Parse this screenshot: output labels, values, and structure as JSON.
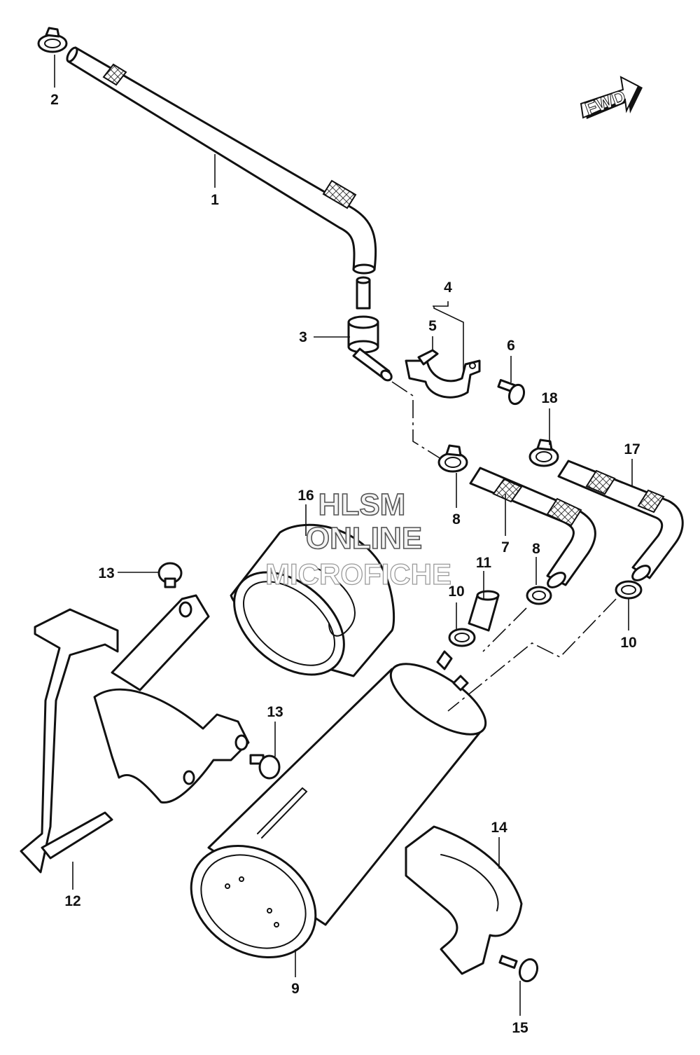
{
  "watermark": {
    "line1": "HLSM",
    "line2": "ONLINE",
    "line3": "MICROFICHE"
  },
  "direction_arrow": {
    "label": "FWD",
    "icon": "fwd-arrow-icon"
  },
  "callouts": [
    {
      "id": "c1",
      "label": "1"
    },
    {
      "id": "c2",
      "label": "2"
    },
    {
      "id": "c3",
      "label": "3"
    },
    {
      "id": "c4",
      "label": "4"
    },
    {
      "id": "c5",
      "label": "5"
    },
    {
      "id": "c6",
      "label": "6"
    },
    {
      "id": "c7",
      "label": "7"
    },
    {
      "id": "c8a",
      "label": "8"
    },
    {
      "id": "c8b",
      "label": "8"
    },
    {
      "id": "c9",
      "label": "9"
    },
    {
      "id": "c10a",
      "label": "10"
    },
    {
      "id": "c10b",
      "label": "10"
    },
    {
      "id": "c11",
      "label": "11"
    },
    {
      "id": "c12",
      "label": "12"
    },
    {
      "id": "c13a",
      "label": "13"
    },
    {
      "id": "c13b",
      "label": "13"
    },
    {
      "id": "c14",
      "label": "14"
    },
    {
      "id": "c15",
      "label": "15"
    },
    {
      "id": "c16",
      "label": "16"
    },
    {
      "id": "c17",
      "label": "17"
    },
    {
      "id": "c18",
      "label": "18"
    }
  ]
}
